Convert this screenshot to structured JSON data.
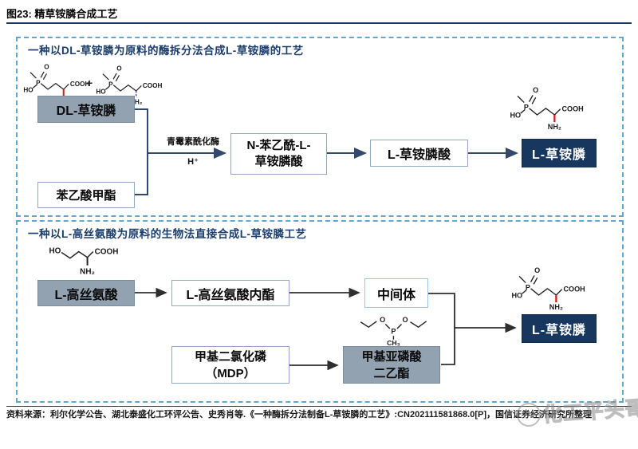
{
  "title": "图23: 精草铵膦合成工艺",
  "section1": {
    "header": "一种以DL-草铵膦为原料的酶拆分法合成L-草铵膦的工艺",
    "enzyme_label": "青霉素酰化酶",
    "acid_label": "H⁺",
    "plus": "+",
    "boxes": {
      "dl_glufosinate": "DL-草铵膦",
      "methyl_phenylacetate": "苯乙酸甲酯",
      "n_phenylacetyl": "N-苯乙酰-L-\n草铵膦酸",
      "l_glufosinate_acid": "L-草铵膦酸",
      "l_glufosinate": "L-草铵膦"
    }
  },
  "section2": {
    "header": "一种以L-高丝氨酸为原料的生物法直接合成L-草铵膦工艺",
    "boxes": {
      "l_homoserine": "L-高丝氨酸",
      "l_homoserine_lactone": "L-高丝氨酸内酯",
      "intermediate": "中间体",
      "mdp": "甲基二氯化磷\n（MDP）",
      "diethyl_methylphosphonite": "甲基亚磷酸\n二乙酯",
      "l_glufosinate": "L-草铵膦"
    }
  },
  "chem_labels": {
    "ho": "HO",
    "o": "O",
    "p": "P",
    "cooh": "COOH",
    "nh2": "NH₂",
    "ch3": "CH₃"
  },
  "source_text": "资料来源：利尔化学公告、湖北泰盛化工环评公告、史秀肖等.《一种酶拆分法制备L-草铵膦的工艺》:CN202111581868.0[P]，国信证券经济研究所整理",
  "watermark_text": "化工平头哥",
  "colors": {
    "navy_accent": "#17375e",
    "header_navy": "#1c3e6e",
    "gray_box_fill": "#93a2b1",
    "white_box_border": "#8fa9c6",
    "dashed_border": "#5fa8d4",
    "arrow_section1": "#33486b",
    "arrow_section2": "#2e2e2e",
    "nh2_red": "#d02020",
    "nh2_blue": "#4f52c4"
  }
}
